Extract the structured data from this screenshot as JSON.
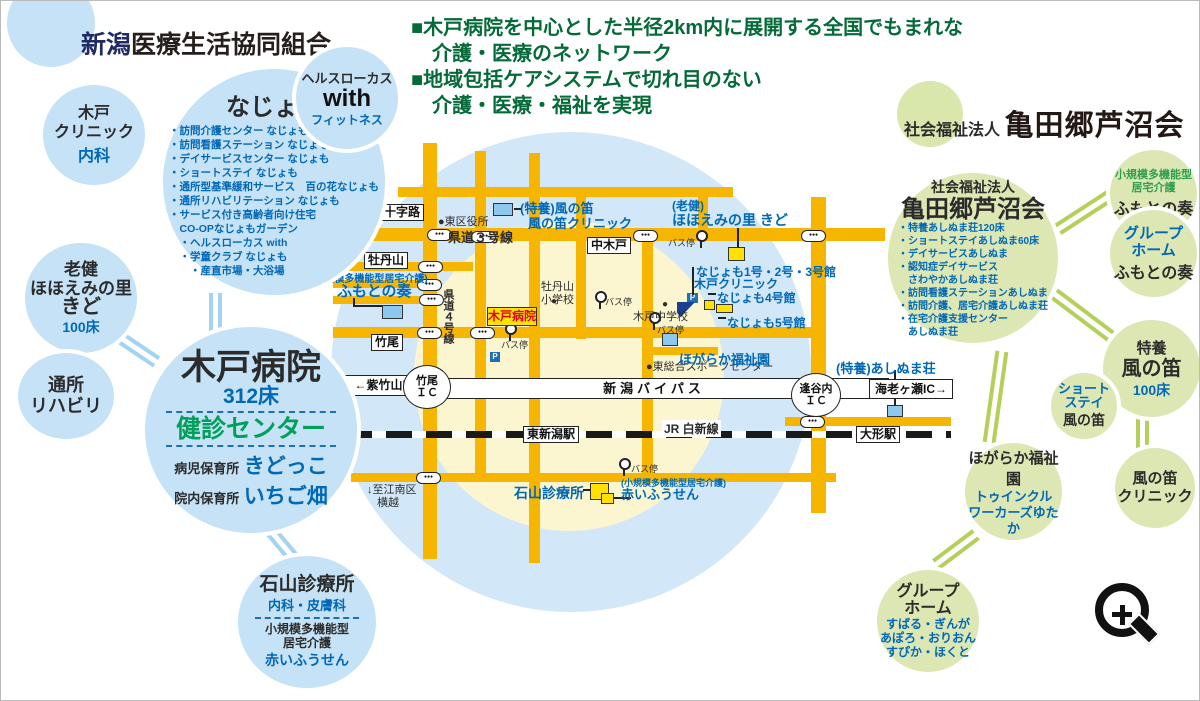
{
  "header": {
    "org_blue_prefix": "新潟",
    "org_blue_name": "医療生活協同組合",
    "bullets": [
      {
        "mark": "■",
        "line1": "木戸病院を中心とした半径2km内に展開する全国でもまれな",
        "line2": "介護・医療のネットワーク"
      },
      {
        "mark": "■",
        "line1": "地域包括ケアシステムで切れ目のない",
        "line2": "介護・医療・福祉を実現"
      }
    ],
    "org_green_prefix": "社会福祉法人",
    "org_green_name": "亀田郷芦沼会"
  },
  "coop": {
    "kido_clinic": {
      "name1": "木戸",
      "name2": "クリニック",
      "dept": "内科"
    },
    "najomo": {
      "title": "なじょも",
      "items": [
        "・訪問介護センター なじょも",
        "・訪問看護ステーション なじょも",
        "・デイサービスセンター なじょも",
        "・ショートステイ なじょも",
        "・通所型基準緩和サービス　百の花なじょも",
        "・通所リハビリテーション なじょも",
        "・サービス付き高齢者向け住宅",
        "　CO-OPなじょもガーデン",
        "　・ヘルスローカス with",
        "　・学童クラブ なじょも",
        "　　・産直市場・大浴場"
      ]
    },
    "health_locus": {
      "line1": "ヘルスローカス",
      "line2": "with",
      "line3": "フィットネス"
    },
    "rouken": {
      "type": "老健",
      "name1": "ほほえみの里",
      "name2": "きど",
      "beds": "100床"
    },
    "tsusho": {
      "line1": "通所",
      "line2": "リハビリ"
    },
    "hospital": {
      "name": "木戸病院",
      "beds": "312床",
      "kenshin": "健診センター",
      "nursery1_label": "病児保育所",
      "nursery1_name": "きどっこ",
      "nursery2_label": "院内保育所",
      "nursery2_name": "いちご畑"
    },
    "ishiyama": {
      "name": "石山診療所",
      "dept": "内科・皮膚科",
      "kaigo1": "小規模多機能型",
      "kaigo2": "居宅介護",
      "kaigo_name": "赤いふうせん"
    }
  },
  "ashinuma": {
    "main": {
      "prefix": "社会福祉法人",
      "name": "亀田郷芦沼会",
      "items": [
        "・特養あしぬま荘120床",
        "・ショートステイあしぬま60床",
        "・デイサービスあしぬま",
        "・認知症デイサービス",
        "　さわやかあしぬま荘",
        "・訪問看護ステーションあしぬま",
        "・訪問介護、居宅介護あしぬま荘",
        "・在宅介護支援センター",
        "　あしぬま荘"
      ]
    },
    "fumoto_kyotaku": {
      "line1": "小規模多機能型",
      "line2": "居宅介護",
      "name": "ふもとの奏"
    },
    "fumoto_group": {
      "line1": "グループ",
      "line2": "ホーム",
      "name": "ふもとの奏"
    },
    "kaze_tokuyo": {
      "type": "特養",
      "name": "風の笛",
      "beds": "100床"
    },
    "kaze_short": {
      "line1": "ショート",
      "line2": "ステイ",
      "name": "風の笛"
    },
    "kaze_clinic": {
      "line1": "風の笛",
      "line2": "クリニック"
    },
    "hogaraka": {
      "name": "ほがらか福祉園",
      "sub1": "トゥインクル",
      "sub2": "ワーカーズゆたか"
    },
    "group_home": {
      "line1": "グループ",
      "line2": "ホーム",
      "items": [
        "すばる・ぎんが",
        "あぽろ・おりおん",
        "すぴか・ほくと"
      ]
    }
  },
  "map": {
    "boxes": {
      "akamichi": "赤道十字路",
      "botanyama": "牡丹山",
      "nakakido": "中木戸",
      "takeo": "竹尾",
      "higashi_niigata": "東新潟駅",
      "ogata": "大形駅"
    },
    "roads": {
      "kendo3": "県道３号線",
      "kendo4": "県道４号線",
      "bypass": "新潟バイパス",
      "jr": "JR 白新線"
    },
    "ics": {
      "shichikuyama": "←紫竹山IC",
      "takeo1": "竹尾",
      "takeo2": "ＩＣ",
      "ogayachi1": "逢谷内",
      "ogayachi2": "ＩＣ",
      "ebigase": "海老ヶ瀬IC→"
    },
    "pois_dark": {
      "kuyakusho": "●東区役所",
      "botan_sho1": "牡丹山",
      "botan_sho2": "小学校",
      "kido_chu": "木戸中学校",
      "sports": "●東総合スポーツセンター",
      "konan1": "↓至江南区",
      "konan2": "横越",
      "bus": "バス停",
      "dot": "●"
    },
    "pois_blue": {
      "kaze1": "(特養)風の笛",
      "kaze2": "風の笛クリニック",
      "hohoemi1": "(老健)",
      "hohoemi2": "ほほえみの里 きど",
      "najomo123": "なじょも1号・2号・3号館",
      "kido_clinic": "木戸クリニック",
      "najomo4": "なじょも4号館",
      "najomo5": "なじょも5号館",
      "hogaraka": "ほがらか福祉園",
      "ashinuma": "(特養)あしぬま荘",
      "fumoto_small": "(小規模多機能型居宅介護)",
      "fumoto": "ふもとの奏",
      "ishiyama": "石山診療所",
      "akai_small": "(小規模多機能型居宅介護)",
      "akai": "赤いふうせん"
    },
    "hospital_box": "木戸病院",
    "icons": {
      "bus_dots": "●●●",
      "parking": "P",
      "zoom_plus": "+"
    }
  },
  "colors": {
    "bubble_blue": "#C5E2F7",
    "bubble_green": "#DDE7B4",
    "text_blue": "#0068B7",
    "heading_green": "#006937",
    "road_yellow": "#F6B500",
    "map_circle_blue": "#D2E7F8",
    "map_inner_yellow": "#FBF5D0",
    "hospital_red": "#E60012",
    "building_yellow": "#FFE104",
    "building_blue": "#8DC9EE"
  }
}
